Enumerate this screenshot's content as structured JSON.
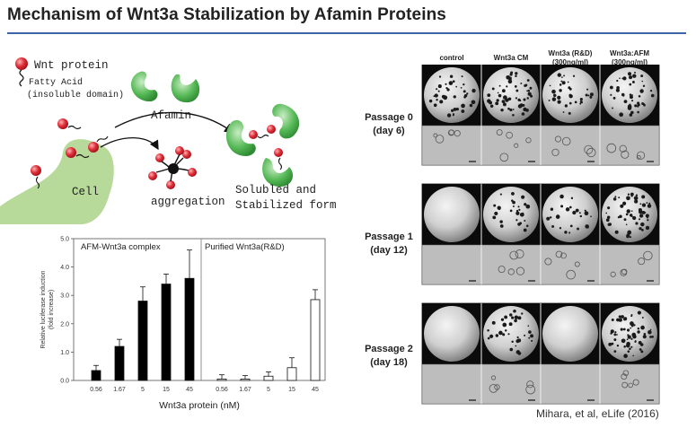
{
  "title": "Mechanism of Wnt3a Stabilization by Afamin Proteins",
  "schematic": {
    "legend_protein": "Wnt protein",
    "legend_fatty_line1": "Fatty Acid",
    "legend_fatty_line2": "(insoluble domain)",
    "afamin_label": "Afamin",
    "cell_label": "Cell",
    "aggregation_label": "aggregation",
    "result_line1": "Solubled and",
    "result_line2": "Stabilized form",
    "colors": {
      "wnt": "#e0303a",
      "afamin": "#4bb04b",
      "cell": "#b7d99a"
    }
  },
  "chart_data": {
    "type": "bar",
    "ylabel_line1": "Relative luciferase induction",
    "ylabel_line2": "(fold increase)",
    "xlabel": "Wnt3a protein (nM)",
    "ylim": [
      0,
      5
    ],
    "yticks": [
      "0.0",
      "1.0",
      "2.0",
      "3.0",
      "4.0",
      "5.0"
    ],
    "panels": [
      {
        "title": "AFM-Wnt3a complex",
        "categories": [
          "0.56",
          "1.67",
          "5",
          "15",
          "45"
        ],
        "values": [
          0.35,
          1.2,
          2.8,
          3.4,
          3.6
        ],
        "errors": [
          0.18,
          0.25,
          0.5,
          0.35,
          1.0
        ],
        "fill": "#000000"
      },
      {
        "title": "Purified Wnt3a(R&D)",
        "categories": [
          "0.56",
          "1.67",
          "5",
          "15",
          "45"
        ],
        "values": [
          0.05,
          0.05,
          0.15,
          0.45,
          2.85
        ],
        "errors": [
          0.15,
          0.12,
          0.15,
          0.35,
          0.35
        ],
        "fill": "#ffffff"
      }
    ]
  },
  "micrographs": {
    "columns": [
      "control",
      "Wnt3a CM",
      "Wnt3a (R&D)\n(300ng/ml)",
      "Wnt3a:AFM\n(300ng/ml)"
    ],
    "passages": [
      {
        "label1": "Passage 0",
        "label2": "(day 6)"
      },
      {
        "label1": "Passage 1",
        "label2": "(day 12)"
      },
      {
        "label1": "Passage 2",
        "label2": "(day 18)"
      }
    ]
  },
  "citation": "Mihara, et al, eLife (2016)"
}
